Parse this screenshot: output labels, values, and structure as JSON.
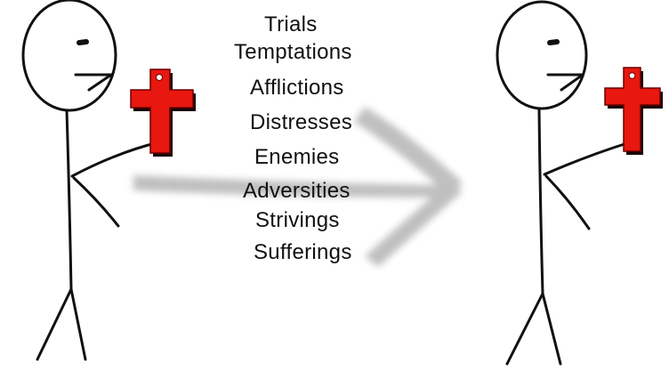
{
  "words": [
    "Trials",
    "Temptations",
    "Afflictions",
    "Distresses",
    "Enemies",
    "Adversities",
    "Strivings",
    "Sufferings"
  ],
  "colors": {
    "background": "#ffffff",
    "stroke": "#111111",
    "cross_red": "#e8170f",
    "cross_shadow": "#1a0000",
    "arrow_gray": "#9a9a9a",
    "text": "#111111"
  },
  "icons": {
    "left_figure": "stick-figure-icon",
    "right_figure": "stick-figure-icon",
    "left_cross": "cross-icon",
    "right_cross": "cross-icon",
    "arrow": "arrow-right-icon"
  }
}
